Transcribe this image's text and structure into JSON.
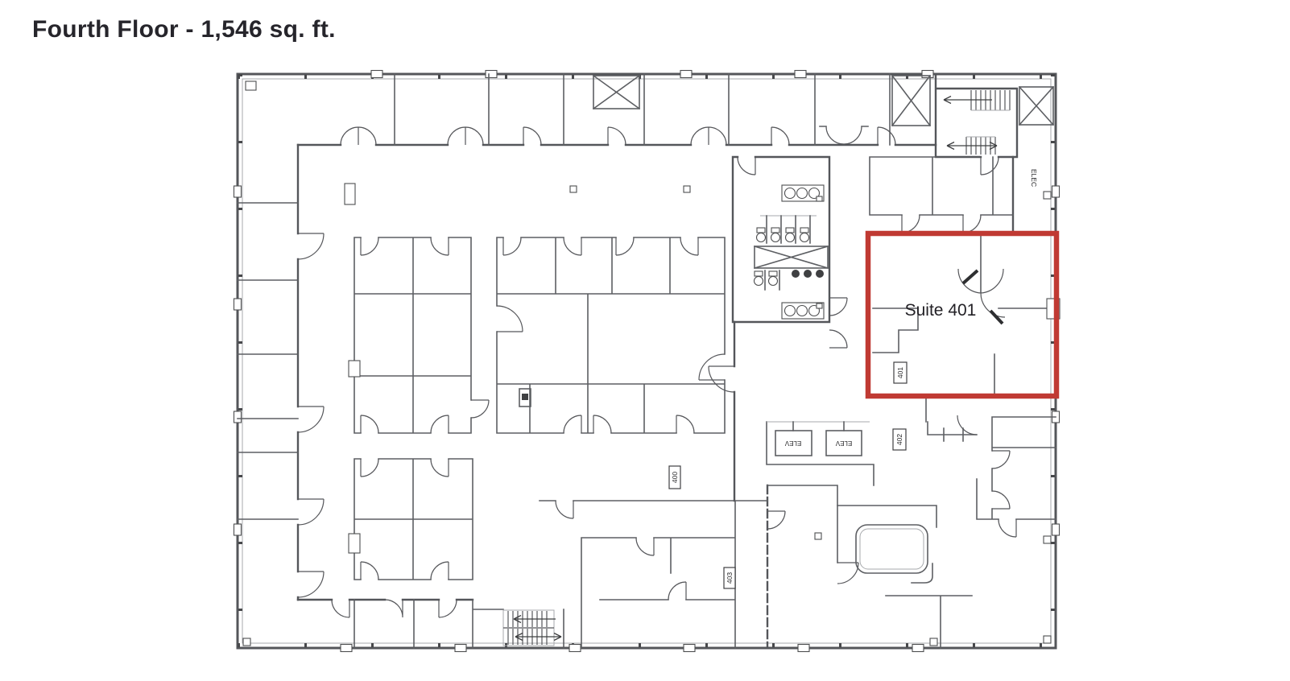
{
  "page": {
    "title": "Fourth Floor - 1,546 sq. ft."
  },
  "plan": {
    "suite_label": "Suite 401",
    "tags": {
      "t401": "401",
      "t400": "400",
      "t402": "402",
      "t403": "403"
    },
    "elevator_left": "ELEV",
    "elevator_right": "ELEV",
    "elec": "ELEC",
    "colors": {
      "highlight": "#c03a33",
      "walls": "#54565a",
      "ink": "#26252b"
    }
  }
}
